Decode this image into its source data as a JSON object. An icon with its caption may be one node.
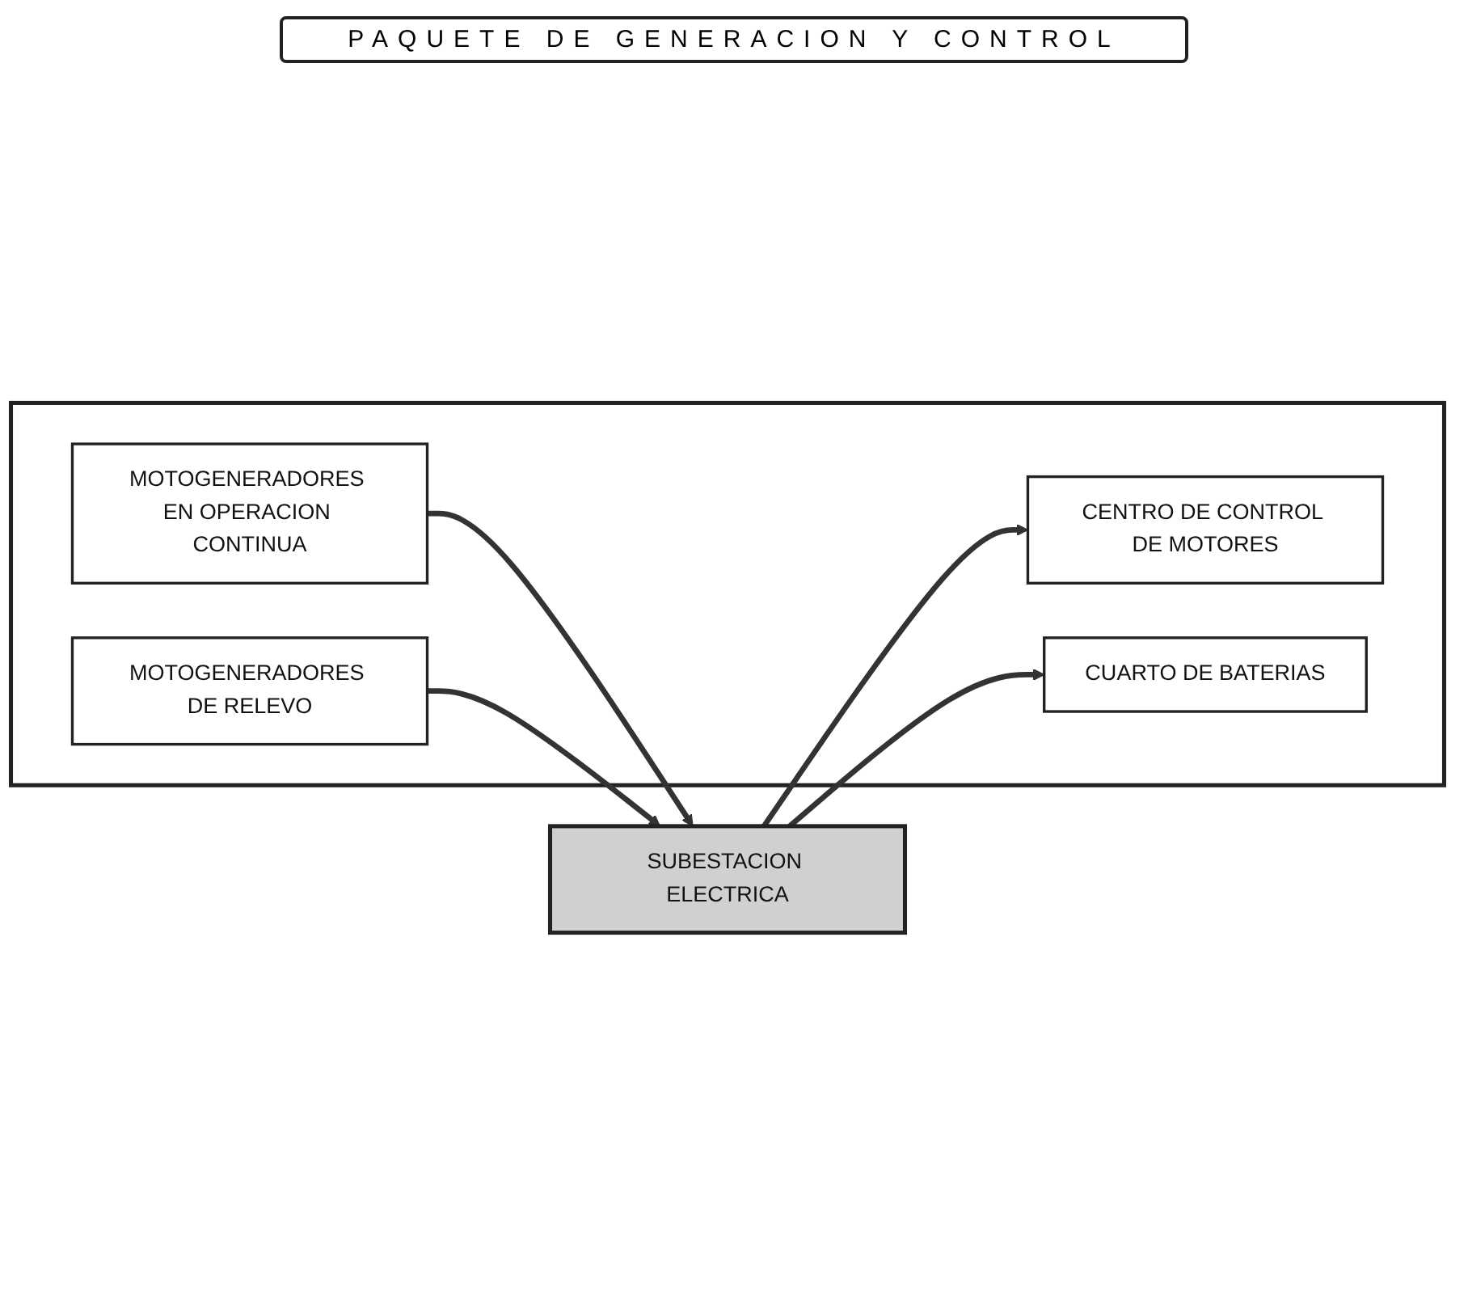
{
  "diagram": {
    "nodes": [
      {
        "text": [
          "MOTOGENERADORES EN OPERACION CONTINUA"
        ],
        "in": 4
      },
      {
        "text": [
          "SUBESTACION ELECTRICA"
        ]
      },
      {
        "text": [
          "MOTOGENERADORES DE RELEVO"
        ],
        "in": 4
      },
      {
        "text": [
          "CENTRO DE CONTROL DE MOTORES"
        ],
        "in": 4
      },
      {
        "text": [],
        "shape": "box"
      },
      {
        "text": [
          "CUARTO DE BATERIAS"
        ],
        "in": 4
      }
    ],
    "edges": [
      {
        "from": 0,
        "to": 1,
        "arrow": "to"
      },
      {
        "from": 2,
        "to": 1,
        "arrow": "to"
      },
      {
        "from": 1,
        "to": 3,
        "arrow": "to"
      },
      {
        "from": 1,
        "to": 5,
        "arrow": "to"
      }
    ],
    "labels": [
      "PAQUETE DE GENERACION Y CONTROL"
    ]
  }
}
